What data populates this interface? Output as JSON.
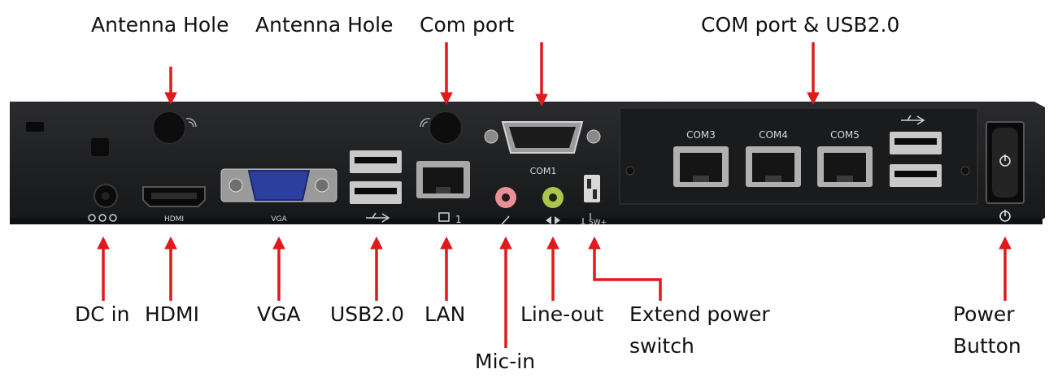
{
  "labels_top": {
    "antenna_hole_1": "Antenna Hole",
    "antenna_hole_2": "Antenna Hole",
    "com_port": "Com port",
    "com_usb": "COM port & USB2.0"
  },
  "labels_bottom": {
    "dc_in": "DC in",
    "hdmi": "HDMI",
    "vga": "VGA",
    "usb20": "USB2.0",
    "lan": "LAN",
    "line_out": "Line-out",
    "extend_power_switch_line1": "Extend power",
    "extend_power_switch_line2": "switch",
    "power_button_line1": "Power",
    "power_button_line2": "Button",
    "mic_in": "Mic-in"
  },
  "panel_print": {
    "hdmi": "HDMI",
    "vga": "VGA",
    "com1": "COM1",
    "com3": "COM3",
    "com4": "COM4",
    "com5": "COM5",
    "lan_num": "1",
    "sw": "SW+"
  },
  "colors": {
    "arrow": "#e0191c",
    "chassis": "#1e1f21",
    "vga_blue": "#2d3f9e",
    "mic_pink": "#e88f97",
    "lineout_green": "#a9c64a"
  }
}
